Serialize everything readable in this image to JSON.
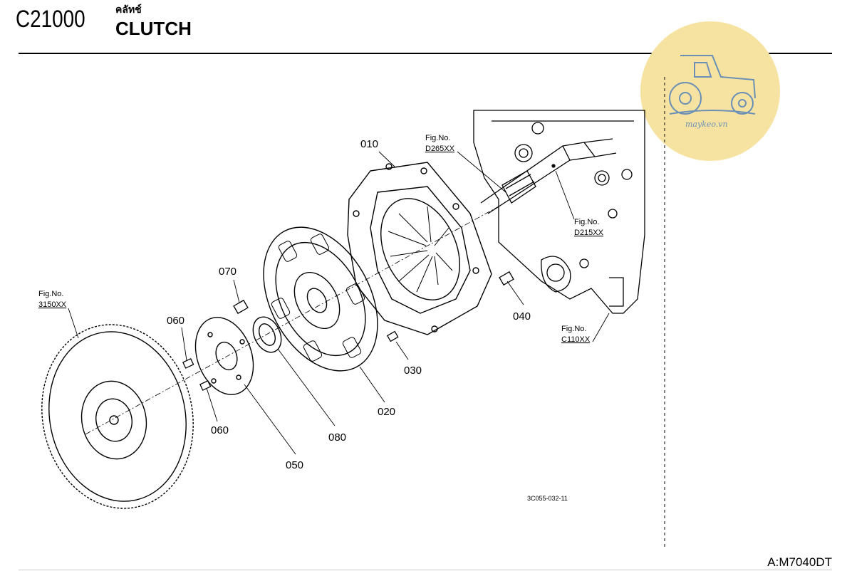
{
  "header": {
    "code": "C21000",
    "title_thai": "คลัทช์",
    "title_en": "CLUTCH"
  },
  "diagram": {
    "parts": [
      {
        "no": "010",
        "icon": "pressure-plate"
      },
      {
        "no": "020",
        "icon": "clutch-disc"
      },
      {
        "no": "030",
        "icon": "pin"
      },
      {
        "no": "040",
        "icon": "bolt"
      },
      {
        "no": "050",
        "icon": "hub"
      },
      {
        "no": "060",
        "icon": "pin"
      },
      {
        "no": "060",
        "icon": "pin"
      },
      {
        "no": "070",
        "icon": "bolt"
      },
      {
        "no": "080",
        "icon": "bearing"
      }
    ],
    "fig_refs": [
      {
        "label": "Fig.No.",
        "code": "D265XX"
      },
      {
        "label": "Fig.No.",
        "code": "D215XX"
      },
      {
        "label": "Fig.No.",
        "code": "3150XX"
      },
      {
        "label": "Fig.No.",
        "code": "C110XX"
      }
    ],
    "drawing_ref": "3C055-032-11"
  },
  "watermark": {
    "text": "maykeo.vn",
    "icon": "tractor-icon",
    "color": "#f7e3a1"
  },
  "footer": {
    "model": "A:M7040DT"
  }
}
